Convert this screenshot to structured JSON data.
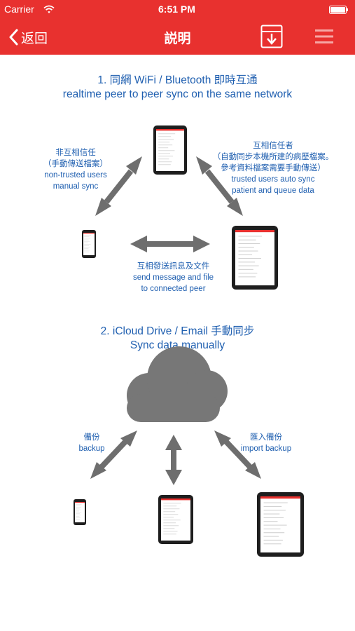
{
  "status_bar": {
    "carrier": "Carrier",
    "time": "6:51 PM"
  },
  "nav": {
    "back_label": "返回",
    "title": "説明"
  },
  "section1": {
    "title": "1. 同網 WiFi / Bluetooth 即時互通",
    "subtitle": "realtime peer to peer sync on the same network",
    "left_label": [
      "非互相信任",
      "（手動傳送檔案）",
      "non-trusted users",
      "manual sync"
    ],
    "right_label": [
      "互相信任者",
      "（自動同步本機所建的病歷檔案。",
      "參考資料檔案需要手動傳送）",
      "trusted users auto sync",
      "patient and queue data"
    ],
    "bottom_label": [
      "互相發送訊息及文件",
      "send message and file",
      "to connected peer"
    ]
  },
  "section2": {
    "title": "2. iCloud Drive / Email 手動同步",
    "subtitle": "Sync data manually",
    "backup_label": [
      "備份",
      "backup"
    ],
    "import_label": [
      "匯入備份",
      "import backup"
    ]
  },
  "colors": {
    "brand_red": "#e8312f",
    "text_blue": "#1f5fb0",
    "arrow_gray": "#6e6e6e",
    "cloud_gray": "#777777"
  },
  "icons": [
    "wifi-icon",
    "battery-icon",
    "back-chevron-icon",
    "download-icon",
    "menu-icon",
    "cloud-icon",
    "double-arrow-icon"
  ]
}
